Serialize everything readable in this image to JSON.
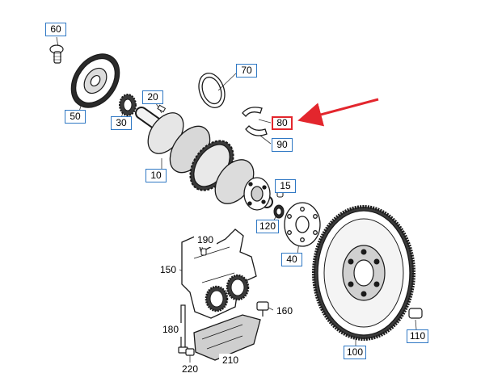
{
  "colors": {
    "callout_border": "#2f78c4",
    "highlight": "#e3262d",
    "line": "#1a1a1a"
  },
  "callouts": {
    "c10": "10",
    "c15": "15",
    "c20": "20",
    "c30": "30",
    "c40": "40",
    "c50": "50",
    "c60": "60",
    "c70": "70",
    "c80": "80",
    "c90": "90",
    "c100": "100",
    "c110": "110",
    "c120": "120",
    "c150": "150",
    "c160": "160",
    "c180": "180",
    "c190": "190",
    "c210": "210",
    "c220": "220"
  },
  "highlighted_part": "80"
}
